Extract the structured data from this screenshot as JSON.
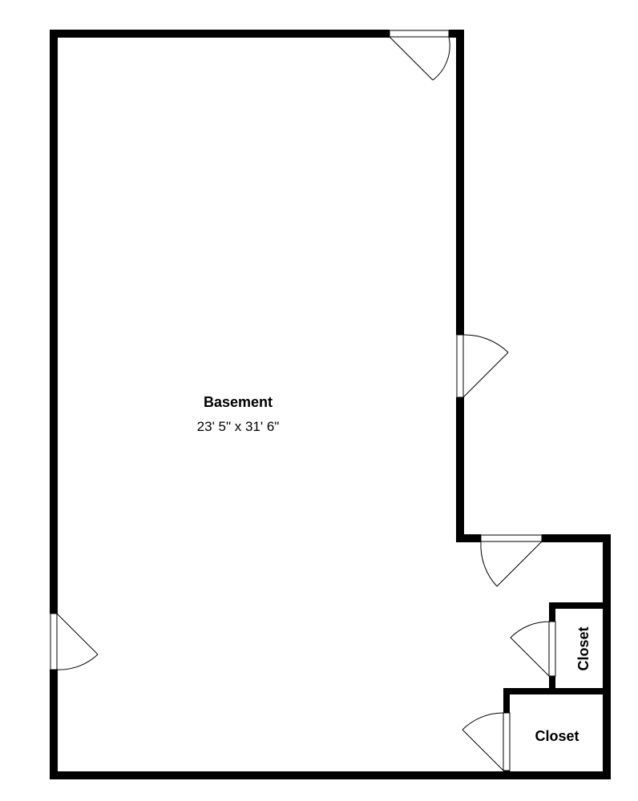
{
  "plan": {
    "rooms": [
      {
        "id": "basement",
        "name": "Basement",
        "dimensions": "23' 5\" x 31' 6\""
      },
      {
        "id": "closet-upper",
        "name": "Closet",
        "orientation": "vertical"
      },
      {
        "id": "closet-lower",
        "name": "Closet",
        "orientation": "horizontal"
      }
    ],
    "doors": [
      {
        "id": "door-top-right",
        "wall": "top"
      },
      {
        "id": "door-right-middle",
        "wall": "right"
      },
      {
        "id": "door-step-wall",
        "wall": "step"
      },
      {
        "id": "door-left-lower",
        "wall": "left"
      },
      {
        "id": "door-closet-upper",
        "wall": "closet-upper"
      },
      {
        "id": "door-closet-lower",
        "wall": "closet-lower"
      }
    ],
    "colors": {
      "wall": "#000000",
      "background": "#ffffff"
    }
  }
}
